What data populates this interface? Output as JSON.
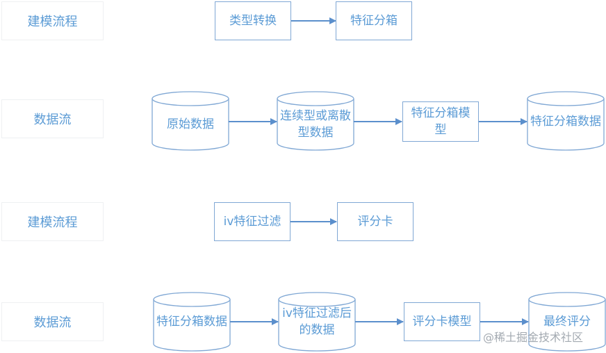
{
  "rows": [
    {
      "label": "建模流程",
      "nodes": [
        {
          "text": "类型转换",
          "shape": "rect"
        },
        {
          "text": "特征分箱",
          "shape": "rect"
        }
      ]
    },
    {
      "label": "数据流",
      "nodes": [
        {
          "text": "原始数据",
          "shape": "cylinder"
        },
        {
          "text": "连续型或离散型数据",
          "shape": "cylinder"
        },
        {
          "text": "特征分箱模型",
          "shape": "rect"
        },
        {
          "text": "特征分箱数据",
          "shape": "cylinder"
        }
      ]
    },
    {
      "label": "建模流程",
      "nodes": [
        {
          "text": "iv特征过滤",
          "shape": "rect"
        },
        {
          "text": "评分卡",
          "shape": "rect"
        }
      ]
    },
    {
      "label": "数据流",
      "nodes": [
        {
          "text": "特征分箱数据",
          "shape": "cylinder"
        },
        {
          "text": "iv特征过滤后的数据",
          "shape": "cylinder"
        },
        {
          "text": "评分卡模型",
          "shape": "rect"
        },
        {
          "text": "最终评分",
          "shape": "cylinder"
        }
      ]
    }
  ],
  "watermark": "@稀土掘金技术社区",
  "colors": {
    "stroke": "#7fa7d4",
    "arrow": "#5b8fcc",
    "text": "#5b9bd5"
  }
}
